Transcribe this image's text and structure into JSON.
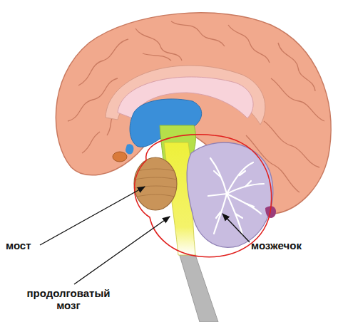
{
  "diagram": {
    "labels": [
      "мост",
      "продолговатый мозг",
      "мозжечок"
    ]
  }
}
